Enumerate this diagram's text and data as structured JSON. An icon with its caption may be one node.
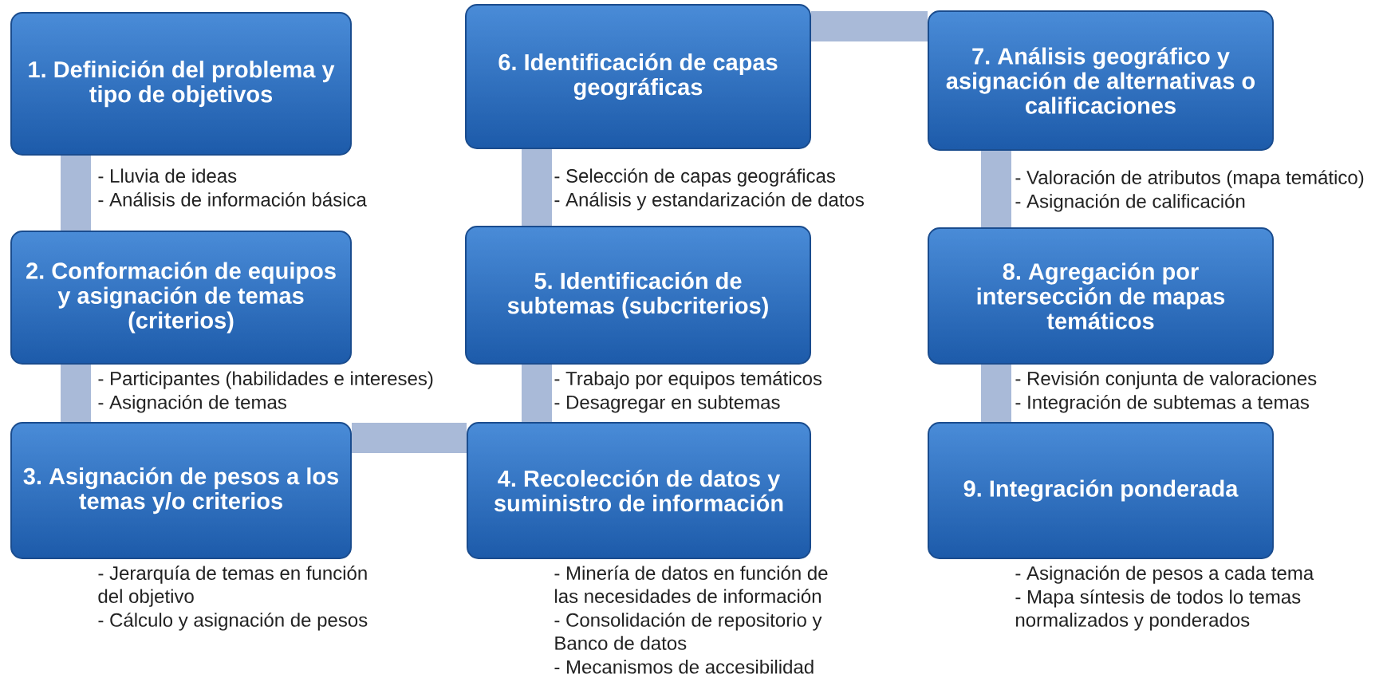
{
  "diagram": {
    "nodes": [
      {
        "text": [
          "1. Definición del problema y tipo de objetivos"
        ],
        "beside": [
          "- Lluvia de ideas",
          "- Análisis de información básica"
        ]
      },
      {
        "text": [
          "2. Conformación de equipos y asignación de temas (criterios)"
        ],
        "beside": [
          "- Participantes (habilidades e intereses)",
          "- Asignación de temas"
        ]
      },
      {
        "text": [
          "3. Asignación de pesos a los temas y/o criterios"
        ],
        "beside": [
          "- Jerarquía de temas en función del objetivo",
          "- Cálculo y asignación de pesos"
        ]
      },
      {
        "text": [
          "4. Recolección de datos y suministro de información"
        ],
        "beside": [
          "- Minería de datos en función de las necesidades de información",
          "- Consolidación de repositorio y Banco de datos",
          "- Mecanismos de accesibilidad"
        ]
      },
      {
        "text": [
          "5. Identificación de subtemas (subcriterios)"
        ],
        "beside": [
          "- Trabajo por equipos temáticos",
          "- Desagregar en subtemas"
        ]
      },
      {
        "text": [
          "6. Identificación de capas geográficas"
        ],
        "beside": [
          "- Selección de capas geográficas",
          "- Análisis y estandarización de datos"
        ]
      },
      {
        "text": [
          "7. Análisis geográfico y asignación de alternativas o calificaciones"
        ],
        "beside": [
          "- Valoración de atributos (mapa temático)",
          "- Asignación de calificación"
        ]
      },
      {
        "text": [
          "8. Agregación por intersección de mapas temáticos"
        ],
        "beside": [
          "- Revisión conjunta de valoraciones",
          "- Integración de subtemas a temas"
        ]
      },
      {
        "text": [
          "9. Integración ponderada"
        ],
        "beside": [
          "- Asignación de pesos a cada tema",
          "- Mapa síntesis de todos lo temas normalizados y ponderados"
        ]
      }
    ],
    "edges": [
      {
        "from": 0,
        "to": 1,
        "arrow": "none"
      },
      {
        "from": 1,
        "to": 2,
        "arrow": "none"
      },
      {
        "from": 2,
        "to": 3,
        "arrow": "none"
      },
      {
        "from": 3,
        "to": 4,
        "arrow": "none"
      },
      {
        "from": 4,
        "to": 5,
        "arrow": "none"
      },
      {
        "from": 5,
        "to": 6,
        "arrow": "none"
      },
      {
        "from": 6,
        "to": 7,
        "arrow": "none"
      },
      {
        "from": 7,
        "to": 8,
        "arrow": "none"
      }
    ]
  }
}
